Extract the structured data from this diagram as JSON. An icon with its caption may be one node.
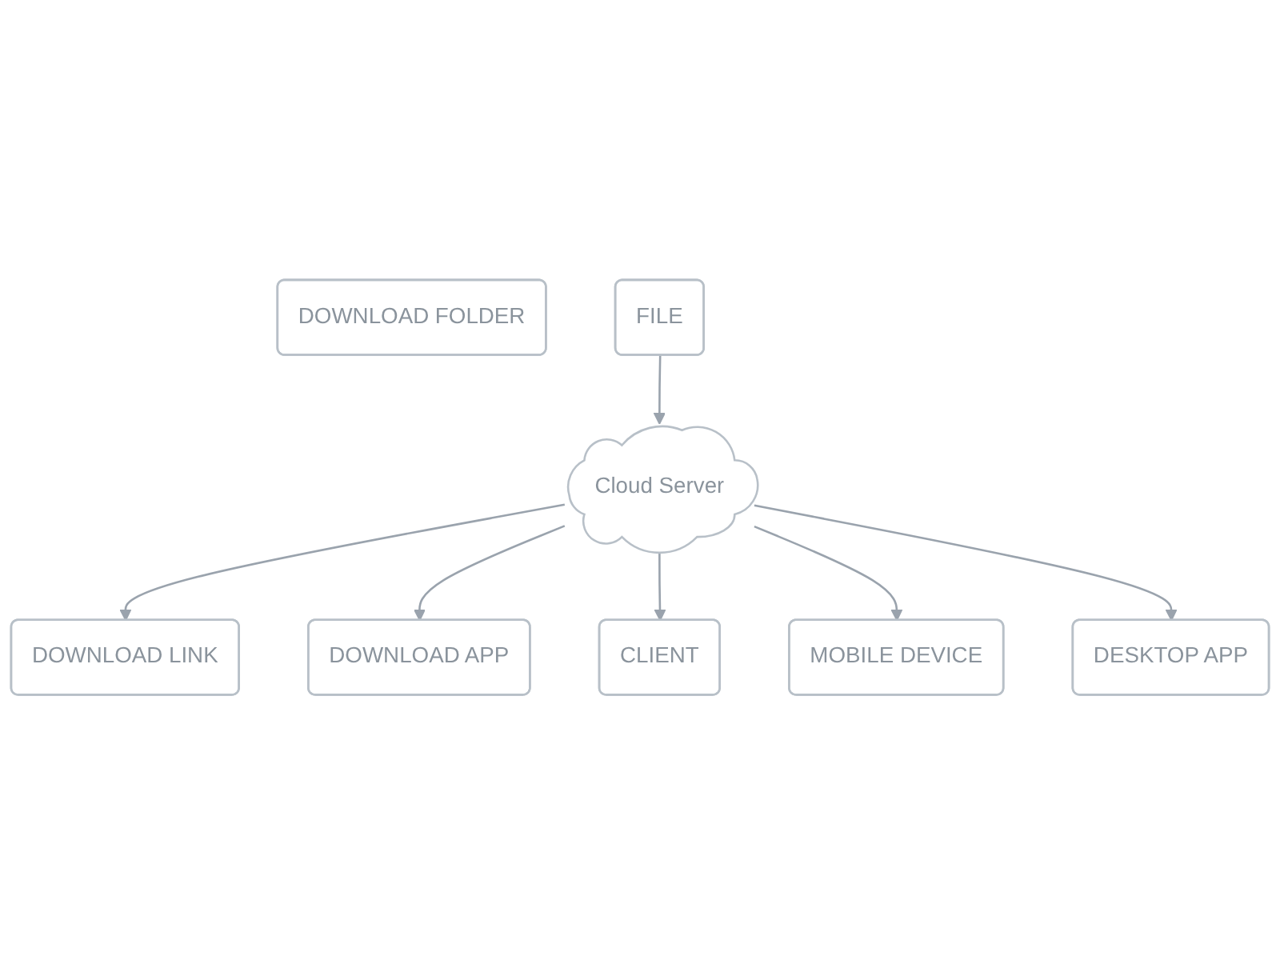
{
  "diagram": {
    "nodes": [
      {
        "text": [
          "DOWNLOAD LINK"
        ]
      },
      {
        "text": [
          "DOWNLOAD APP"
        ]
      },
      {
        "text": [
          "Cloud Server"
        ]
      },
      {
        "text": [
          "CLIENT"
        ]
      },
      {
        "text": [
          "DOWNLOAD FOLDER"
        ]
      },
      {
        "text": [
          "FILE"
        ]
      },
      {
        "text": [
          "MOBILE DEVICE"
        ]
      },
      {
        "text": [
          "DESKTOP APP"
        ]
      }
    ],
    "edges": [
      {
        "from": 2,
        "to": 0,
        "arrow": "to"
      },
      {
        "from": 2,
        "to": 1,
        "arrow": "to"
      },
      {
        "from": 2,
        "to": 3,
        "arrow": "to"
      },
      {
        "from": 5,
        "to": 2,
        "arrow": "to"
      },
      {
        "from": 2,
        "to": 6,
        "arrow": "to"
      },
      {
        "from": 2,
        "to": 7,
        "arrow": "to"
      }
    ]
  }
}
